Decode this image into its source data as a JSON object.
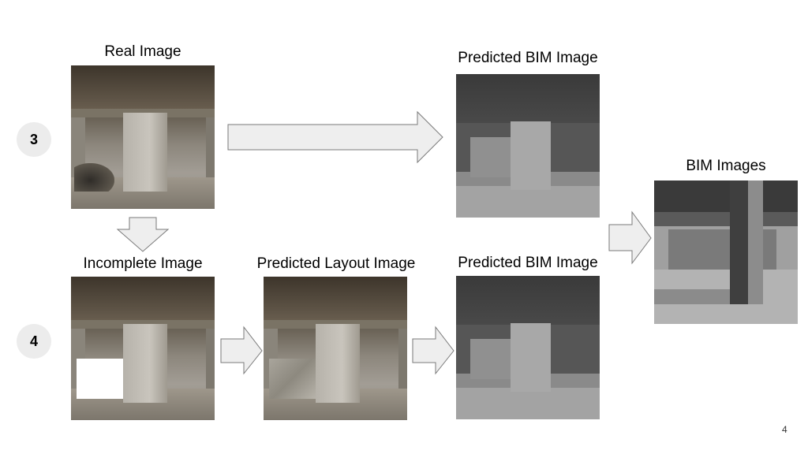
{
  "rows": [
    {
      "badge": "3"
    },
    {
      "badge": "4"
    }
  ],
  "labels": {
    "real_image": "Real Image",
    "predicted_bim_top": "Predicted BIM Image",
    "bim_images": "BIM Images",
    "incomplete_image": "Incomplete Image",
    "predicted_layout": "Predicted Layout Image",
    "predicted_bim_bottom": "Predicted BIM Image"
  },
  "page_number": "4"
}
